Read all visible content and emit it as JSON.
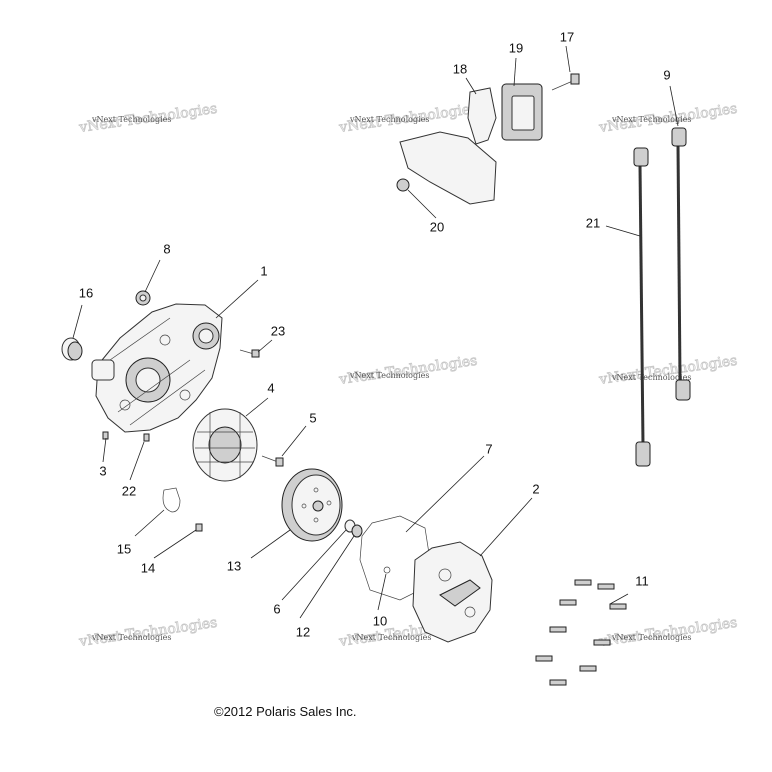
{
  "watermark": {
    "text": "vNext Technologies"
  },
  "copyright": "©2012 Polaris Sales Inc.",
  "callouts": [
    "1",
    "2",
    "3",
    "4",
    "5",
    "6",
    "7",
    "8",
    "9",
    "10",
    "11",
    "12",
    "13",
    "14",
    "15",
    "16",
    "17",
    "18",
    "19",
    "20",
    "21",
    "22",
    "23"
  ],
  "colors": {
    "line": "#222222",
    "fill": "#f4f4f4",
    "text": "#111111"
  }
}
